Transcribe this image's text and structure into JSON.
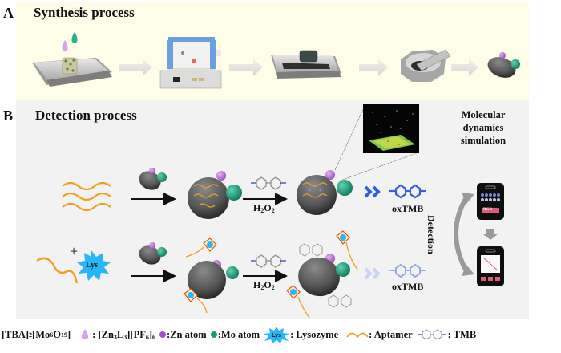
{
  "panel_a": {
    "letter": "A",
    "title": "Synthesis process",
    "steps": [
      "precursor-droplets-in-boat",
      "tube-furnace",
      "calcined-product-in-boat",
      "mortar-and-pestle",
      "nanozyme-particle"
    ]
  },
  "panel_b": {
    "letter": "B",
    "title": "Detection process",
    "md_label_lines": [
      "Molecular",
      "dynamics",
      "simulation"
    ],
    "reagent_label_top": "H2O2",
    "reagent_label_bottom": "H2O2",
    "product_top": "oxTMB",
    "product_bottom": "oxTMB",
    "detection_label": "Detection",
    "phone_top_badge": "RGB",
    "reactant_bottom_lys": "Lys",
    "plus_sign": "+"
  },
  "legend": {
    "item1": "[TBA]2[Mo6O19]",
    "item2_sep": ":",
    "item2": "[Zn3L3][PF6]6",
    "item3": ":Zn atom",
    "item4": ":Mo atom",
    "item5_icon_text": "Lys",
    "item5": ": Lysozyme",
    "item6": ": Aptamer",
    "item7": ": TMB"
  },
  "colors": {
    "panel_a_bg": "#fefde8",
    "panel_b_bg": "#f2f2f2",
    "zn_purple": "#c77ddb",
    "mo_green": "#1a9a7a",
    "aptamer_orange": "#f0a020",
    "lys_blue": "#29b6f6",
    "oxtmb_blue": "#3a5fd0",
    "particle_grey": "#5a5a5a"
  }
}
